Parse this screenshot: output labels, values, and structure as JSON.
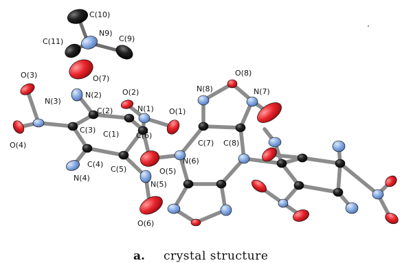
{
  "colors": {
    "carbon": "#1a1a1a",
    "nitrogen": "#8aaee4",
    "oxygen": "#e8242c",
    "bond": "#8c8c8c"
  },
  "caption": {
    "letter": "a.",
    "text": "crystal structure"
  },
  "atom_labels": {
    "c10": "C(10)",
    "n9": "N9)",
    "c11": "C(11)",
    "c9": "C(9)",
    "o7": "O(7)",
    "o3": "O(3)",
    "n2": "N(2)",
    "o2": "O(2)",
    "n8": "N(8)",
    "o8": "O(8)",
    "n7": "N(7)",
    "n3": "N(3)",
    "c2": "C(2)",
    "n1": "N(1)",
    "o1": "O(1)",
    "c3": "C(3)",
    "c1": "C(1)",
    "c6": "C(6)",
    "c7": "C(7)",
    "c8": "C(8)",
    "o4": "O(4)",
    "c4": "C(4)",
    "c5": "C(5)",
    "o5": "O(5)",
    "n6": "N(6)",
    "n4": "N(4)",
    "n5": "N(5)",
    "o6": "O(6)"
  }
}
